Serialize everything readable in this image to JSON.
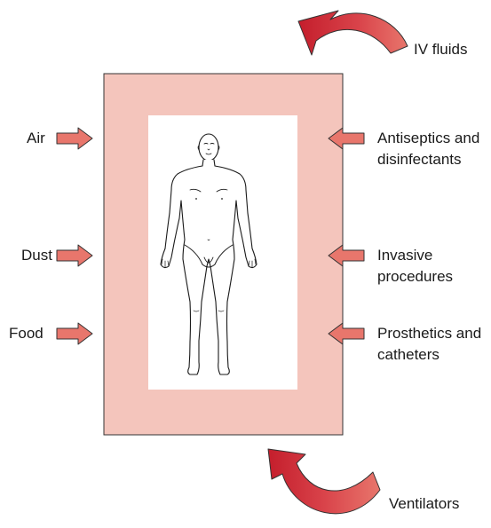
{
  "left_sources": [
    {
      "label": "Air",
      "icon": "right-arrow-icon"
    },
    {
      "label": "Dust",
      "icon": "right-arrow-icon"
    },
    {
      "label": "Food",
      "icon": "right-arrow-icon"
    }
  ],
  "right_sources": [
    {
      "line1": "Antiseptics and",
      "line2": "disinfectants",
      "icon": "left-arrow-icon"
    },
    {
      "line1": "Invasive",
      "line2": "procedures",
      "icon": "left-arrow-icon"
    },
    {
      "line1": "Prosthetics and",
      "line2": "catheters",
      "icon": "left-arrow-icon"
    }
  ],
  "top_source": {
    "label": "IV fluids",
    "icon": "curved-arrow-icon"
  },
  "bottom_source": {
    "label": "Ventilators",
    "icon": "curved-arrow-icon"
  },
  "colors": {
    "border_fill": "#f4c5bc",
    "border_stroke": "#333333",
    "arrow_fill": "#e8766c",
    "curved_arrow_dark": "#c41e2c",
    "curved_arrow_light": "#e8766c"
  }
}
